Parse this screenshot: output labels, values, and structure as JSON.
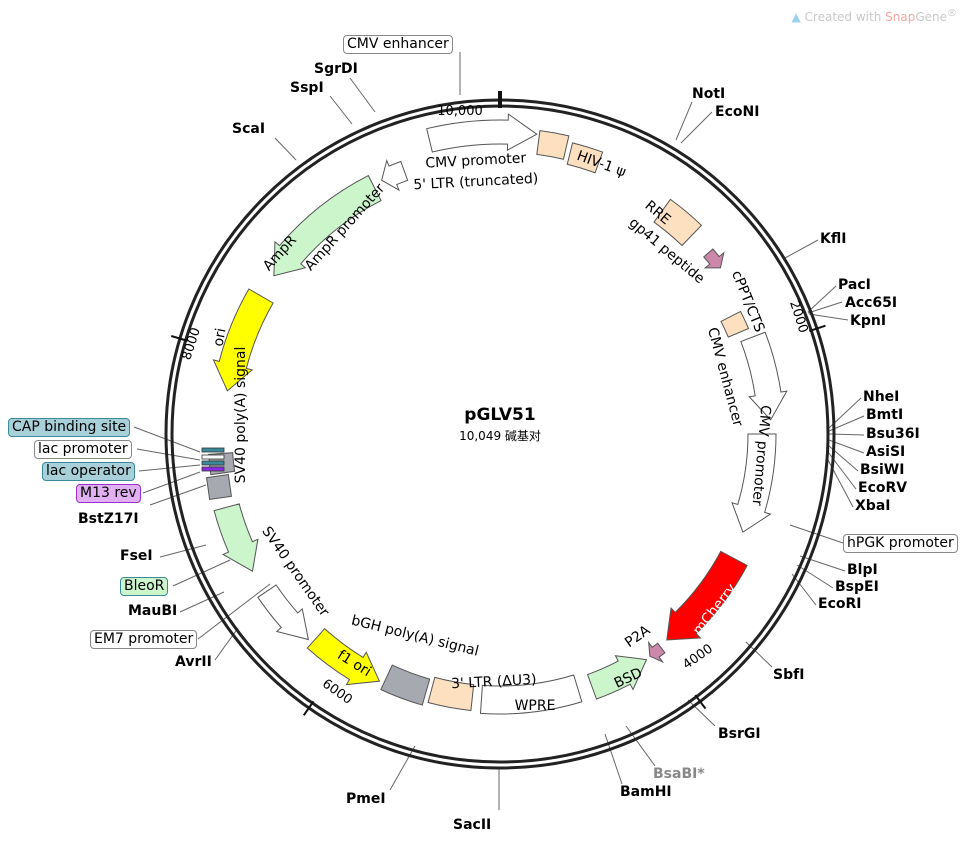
{
  "watermark": {
    "prefix": "Created with ",
    "snap": "Snap",
    "gene": "Gene",
    "reg": "®"
  },
  "plasmid": {
    "name": "pGLV51",
    "size": "10,049 碱基对"
  },
  "ticks": [
    "10,000",
    "2000",
    "4000",
    "6000",
    "8000"
  ],
  "features": [
    {
      "name": "CMV promoter",
      "color": "#ffffff"
    },
    {
      "name": "5' LTR (truncated)",
      "color": "#fde0c0"
    },
    {
      "name": "HIV-1 ψ",
      "color": "#fde0c0"
    },
    {
      "name": "RRE",
      "color": "#fde0c0"
    },
    {
      "name": "gp41 peptide",
      "color": "#cc88aa"
    },
    {
      "name": "cPPT/CTS",
      "color": "#fde0c0"
    },
    {
      "name": "CMV enhancer",
      "color": "#ffffff"
    },
    {
      "name": "CMV promoter",
      "color": "#ffffff"
    },
    {
      "name": "mCherry",
      "color": "#ff0000"
    },
    {
      "name": "P2A",
      "color": "#cc88aa"
    },
    {
      "name": "BSD",
      "color": "#ccf5cc"
    },
    {
      "name": "WPRE",
      "color": "#ffffff"
    },
    {
      "name": "3' LTR (ΔU3)",
      "color": "#fde0c0"
    },
    {
      "name": "bGH poly(A) signal",
      "color": "#a6a9b0"
    },
    {
      "name": "f1 ori",
      "color": "#ffff00"
    },
    {
      "name": "SV40 promoter",
      "color": "#ffffff"
    },
    {
      "name": "BleoR",
      "color": "#ccf5cc"
    },
    {
      "name": "SV40 poly(A) signal",
      "color": "#a6a9b0"
    },
    {
      "name": "ori",
      "color": "#ffff00"
    },
    {
      "name": "AmpR",
      "color": "#ccf5cc"
    },
    {
      "name": "AmpR promoter",
      "color": "#ffffff"
    }
  ],
  "boxed_labels": {
    "cmv_enhancer": "CMV enhancer",
    "hpgk_promoter": "hPGK promoter",
    "em7_promoter": "EM7 promoter",
    "bleor": "BleoR",
    "m13_rev": "M13 rev",
    "lac_operator": "lac operator",
    "lac_promoter": "lac promoter",
    "cap_binding_site": "CAP binding site"
  },
  "enzymes": [
    "SgrDI",
    "SspI",
    "ScaI",
    "NotI",
    "EcoNI",
    "KflI",
    "PacI",
    "Acc65I",
    "KpnI",
    "NheI",
    "BmtI",
    "Bsu36I",
    "AsiSI",
    "BsiWI",
    "EcoRV",
    "XbaI",
    "BlpI",
    "BspEI",
    "EcoRI",
    "SbfI",
    "BsrGI",
    "BsaBI*",
    "BamHI",
    "SacII",
    "PmeI",
    "AvrII",
    "MauBI",
    "FseI",
    "BstZ17I"
  ],
  "colors": {
    "lac_box": "#a8d0d8",
    "m13_box": "#e0b0f0",
    "bleo_box": "#ccf5cc"
  }
}
